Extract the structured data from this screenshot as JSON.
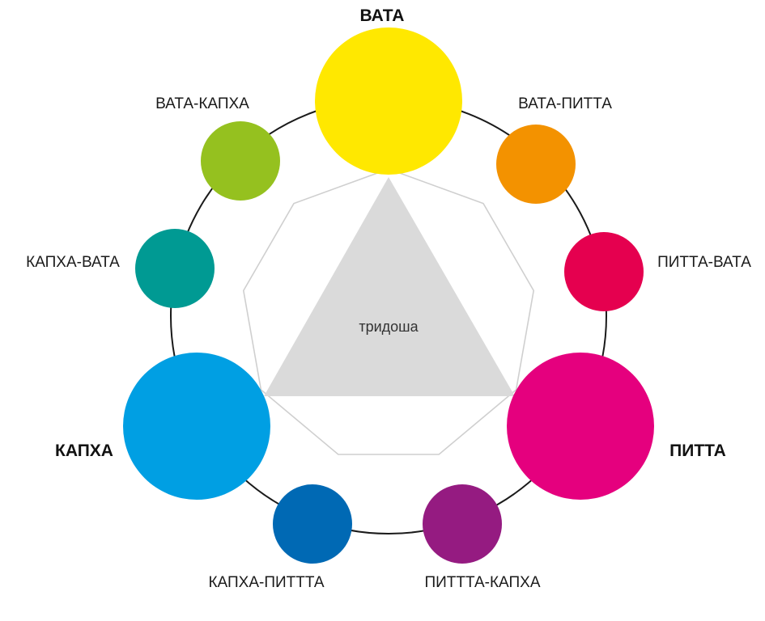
{
  "nodes": [
    {
      "id": "vata",
      "label": "ВАТА",
      "color": "#ffe800",
      "major": true
    },
    {
      "id": "vata-pitta",
      "label": "ВАТА-ПИТТА",
      "color": "#f39200",
      "major": false
    },
    {
      "id": "pitta-vata",
      "label": "ПИТТА-ВАТА",
      "color": "#e5004f",
      "major": false
    },
    {
      "id": "pitta",
      "label": "ПИТТА",
      "color": "#e5007e",
      "major": true
    },
    {
      "id": "pittta-kapha",
      "label": "ПИТТТА-КАПХА",
      "color": "#951b81",
      "major": false
    },
    {
      "id": "kapha-pittta",
      "label": "КАПХА-ПИТТТА",
      "color": "#0069b4",
      "major": false
    },
    {
      "id": "kapha",
      "label": "КАПХА",
      "color": "#009fe3",
      "major": true
    },
    {
      "id": "kapha-vata",
      "label": "КАПХА-ВАТА",
      "color": "#009a93",
      "major": false
    },
    {
      "id": "vata-kapha",
      "label": "ВАТА-КАПХА",
      "color": "#95c11f",
      "major": false
    }
  ],
  "center": {
    "label": "тридоша"
  },
  "colors": {
    "ring": "#1a1a1a",
    "nonagon": "#cfcfcf",
    "triangle": "#dadada"
  }
}
